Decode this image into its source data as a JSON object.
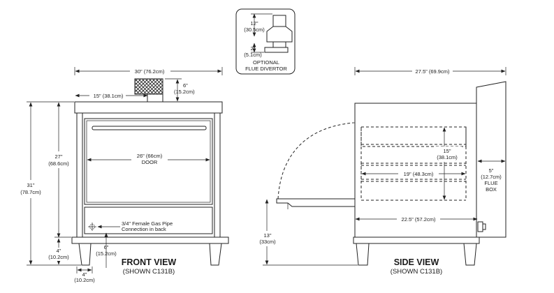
{
  "flue_divertor": {
    "dim_top_in": "12\"",
    "dim_top_cm": "(30.5cm)",
    "dim_bottom_in": "2\"",
    "dim_bottom_cm": "(5.1cm)",
    "label_line1": "OPTIONAL",
    "label_line2": "FLUE DIVERTOR"
  },
  "front_view": {
    "title": "FRONT VIEW",
    "subtitle": "(SHOWN C131B)",
    "width_dim": "30\" (76.2cm)",
    "flue_offset_dim": "15\" (38.1cm)",
    "flue_height_in": "6\"",
    "flue_height_cm": "(15.2cm)",
    "height_total_in": "31\"",
    "height_total_cm": "(78.7cm)",
    "height_body_in": "27\"",
    "height_body_cm": "(68.6cm)",
    "door_width": "26\" (66cm)",
    "door_label": "DOOR",
    "leg_height_in": "4\"",
    "leg_height_cm": "(10.2cm)",
    "gas_pipe_line1": "3/4\" Female Gas Pipe",
    "gas_pipe_line2": "Connection in back",
    "gas_height_in": "6\"",
    "gas_height_cm": "(15.2cm)",
    "gas_offset_in": "4\"",
    "gas_offset_cm": "(10.2cm)"
  },
  "side_view": {
    "title": "SIDE VIEW",
    "subtitle": "(SHOWN C131B)",
    "depth_dim": "27.5\" (69.9cm)",
    "rack_height_in": "15\"",
    "rack_height_cm": "(38.1cm)",
    "rack_depth": "19\" (48.3cm)",
    "inner_depth": "22.5\" (57.2cm)",
    "flue_box_in": "5\"",
    "flue_box_cm": "(12.7cm)",
    "flue_box_label": "FLUE",
    "flue_box_label2": "BOX",
    "door_height_in": "13\"",
    "door_height_cm": "(33cm)"
  }
}
